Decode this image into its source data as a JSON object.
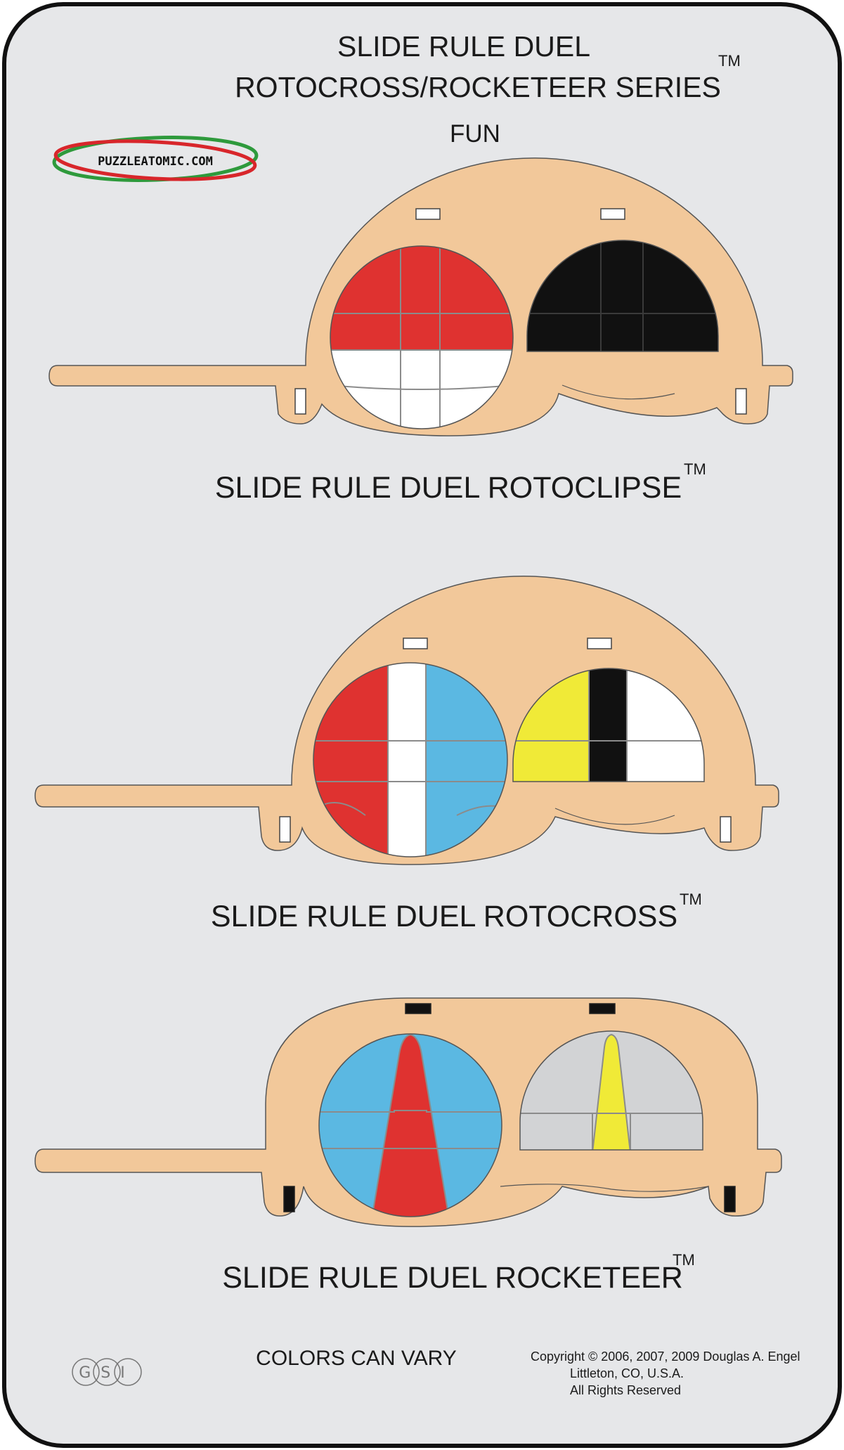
{
  "header": {
    "title_line1": "SLIDE RULE DUEL",
    "title_line2": "ROTOCROSS/ROCKETEER SERIES",
    "trademark": "TM",
    "level": "FUN"
  },
  "logo": {
    "text": "PUZZLEATOMIC.COM",
    "colors": [
      "#2e9a3c",
      "#d8262b"
    ]
  },
  "puzzles": [
    {
      "name": "SLIDE RULE DUEL ROTOCLIPSE",
      "trademark": "TM",
      "left_colors": {
        "top": "#df3230",
        "bottom": "#ffffff"
      },
      "right_colors": {
        "all": "#111111"
      }
    },
    {
      "name": "SLIDE RULE DUEL ROTOCROSS",
      "trademark": "TM",
      "left_colors": {
        "left": "#df3230",
        "middle": "#ffffff",
        "right": "#5bb8e2"
      },
      "right_colors": {
        "left": "#f0ea37",
        "middle": "#111111",
        "right": "#ffffff"
      }
    },
    {
      "name": "SLIDE RULE DUEL ROCKETEER",
      "trademark": "TM",
      "left_colors": {
        "sides": "#5bb8e2",
        "rocket": "#df3230"
      },
      "right_colors": {
        "sides": "#d2d3d5",
        "rocket": "#f0ea37"
      }
    }
  ],
  "frame_color": "#f2c89a",
  "footer": {
    "colors_note": "COLORS CAN VARY",
    "copyright_line1": "Copyright © 2006, 2007, 2009 Douglas A. Engel",
    "copyright_line2": "Littleton, CO, U.S.A.",
    "copyright_line3": "All Rights Reserved",
    "seal_text": "GSI"
  }
}
